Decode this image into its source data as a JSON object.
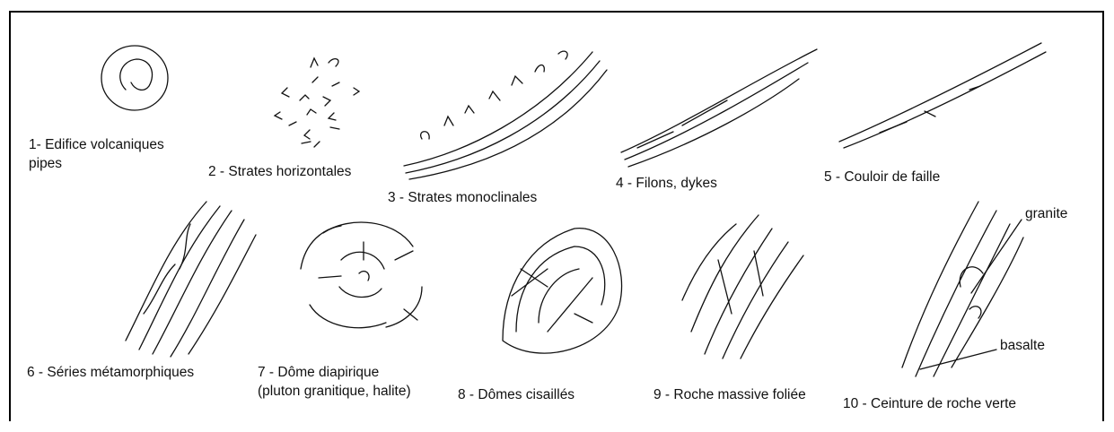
{
  "figure": {
    "items": [
      {
        "label_line1": "1- Edifice volcaniques",
        "label_line2": "pipes"
      },
      {
        "label_line1": "2 - Strates horizontales"
      },
      {
        "label_line1": "3 - Strates monoclinales"
      },
      {
        "label_line1": "4 - Filons, dykes"
      },
      {
        "label_line1": "5 - Couloir de faille"
      },
      {
        "label_line1": "6 - Séries métamorphiques"
      },
      {
        "label_line1": "7 - Dôme diapirique",
        "label_line2": "(pluton granitique, halite)"
      },
      {
        "label_line1": "8 - Dômes cisaillés"
      },
      {
        "label_line1": "9 - Roche massive foliée"
      },
      {
        "label_line1": "10 - Ceinture de roche verte"
      }
    ],
    "annotations": {
      "granite": "granite",
      "basalte": "basalte"
    }
  }
}
